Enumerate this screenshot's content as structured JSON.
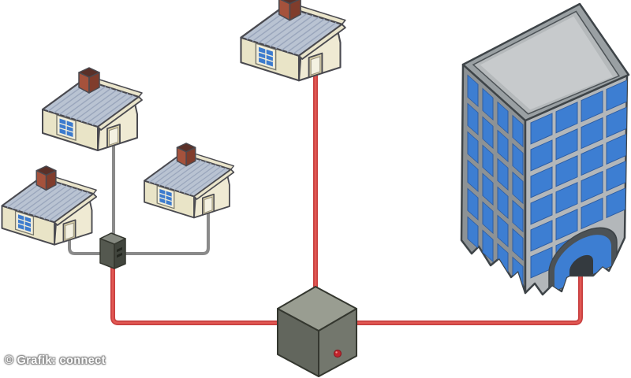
{
  "watermark": {
    "text": "© Grafik: connect"
  },
  "diagram": {
    "description": "Network access illustration: three houses linked by gray cables to a small junction box, which links by red cable to a central street cabinet; a fourth house and an office high-rise are linked to the cabinet by red cables.",
    "nodes": [
      {
        "id": "house-1",
        "type": "house"
      },
      {
        "id": "house-2",
        "type": "house"
      },
      {
        "id": "house-3",
        "type": "house"
      },
      {
        "id": "house-4",
        "type": "house"
      },
      {
        "id": "junction-box",
        "type": "small-switch-box"
      },
      {
        "id": "street-cabinet",
        "type": "server-cabinet",
        "indicator": "red-led"
      },
      {
        "id": "office-building",
        "type": "high-rise-office"
      }
    ],
    "links": [
      {
        "from": "house-1",
        "to": "junction-box",
        "cable": "gray"
      },
      {
        "from": "house-2",
        "to": "junction-box",
        "cable": "gray"
      },
      {
        "from": "house-3",
        "to": "junction-box",
        "cable": "gray"
      },
      {
        "from": "junction-box",
        "to": "street-cabinet",
        "cable": "red"
      },
      {
        "from": "house-4",
        "to": "street-cabinet",
        "cable": "red"
      },
      {
        "from": "street-cabinet",
        "to": "office-building",
        "cable": "red"
      }
    ]
  },
  "colors": {
    "background": "#ffffff",
    "outline": "#4a4a50",
    "house_wall": "#e9e4c7",
    "house_wall_light": "#efead3",
    "fascia": "#eae5cb",
    "roof": "#b9c3d2",
    "roof_stripe": "#9aa6bc",
    "chimney": "#a5523c",
    "chimney_dark": "#803d2c",
    "chimney_top": "#5a3028",
    "window_frame": "#f2eedb",
    "window_blue": "#3c7bce",
    "door_frame": "#d9d0aa",
    "door_leaf": "#f4f1e2",
    "cable_gray": "#8a8a8a",
    "cable_red": "#c84040",
    "cable_red_light": "#e25853",
    "hub_top": "#84887f",
    "hub_front": "#54584f",
    "hub_side": "#41453d",
    "server_top": "#999d91",
    "server_front": "#62665d",
    "server_side": "#73776d",
    "led_red": "#c2242d",
    "bldg_frame_left": "#8d9295",
    "bldg_frame_right": "#b3b7ba",
    "bldg_roof_outer": "#9aa0a3",
    "bldg_roof_mid": "#b5b9bb",
    "bldg_roof_inner": "#c7cacc",
    "bldg_window": "#3d7ed2",
    "bldg_outline": "#3e4448",
    "entrance_band": "#4c5256",
    "entrance_door": "#343a3f"
  }
}
